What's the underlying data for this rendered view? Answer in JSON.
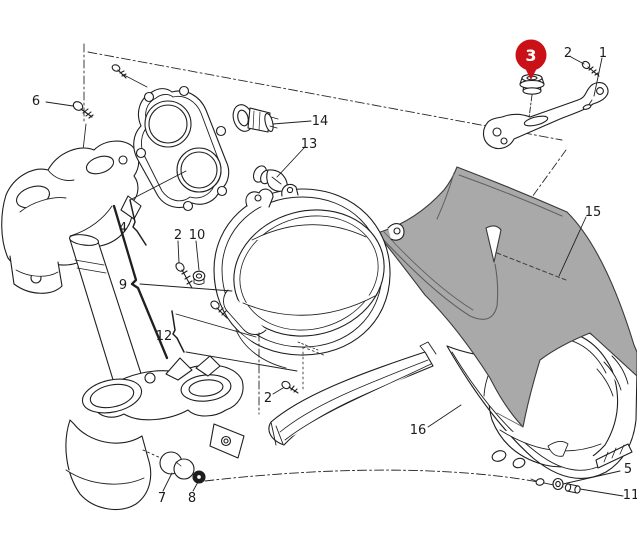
{
  "diagram_type": "exploded-parts-diagram",
  "colors": {
    "background": "#ffffff",
    "line": "#1f1f1f",
    "fairing_fill": "#a9a9a9",
    "ridge_line": "#5f5f5f",
    "badge_fill": "#cb1118",
    "badge_text": "#ffffff"
  },
  "badge": {
    "number": "3",
    "highlighted": true
  },
  "labels": [
    {
      "part": "bracket-screw",
      "text": "2"
    },
    {
      "part": "mount-bracket-arm",
      "text": "1"
    },
    {
      "part": "steering-screw",
      "text": "6"
    },
    {
      "part": "main-bulb",
      "text": "14"
    },
    {
      "part": "parking-bulb",
      "text": "13"
    },
    {
      "part": "mount-plate-group",
      "text": "4"
    },
    {
      "part": "headlight-screw",
      "text": "2"
    },
    {
      "part": "headlight-nut",
      "text": "10"
    },
    {
      "part": "headlight-group",
      "text": "9"
    },
    {
      "part": "headlight-body-group",
      "text": "12"
    },
    {
      "part": "lower-screw",
      "text": "2"
    },
    {
      "part": "front-fairing",
      "text": "15"
    },
    {
      "part": "headlight-cowl",
      "text": "16"
    },
    {
      "part": "cowl-washer",
      "text": "5"
    },
    {
      "part": "cowl-nut",
      "text": "11"
    },
    {
      "part": "rubber-pads",
      "text": "7"
    },
    {
      "part": "dark-washer",
      "text": "8"
    }
  ]
}
